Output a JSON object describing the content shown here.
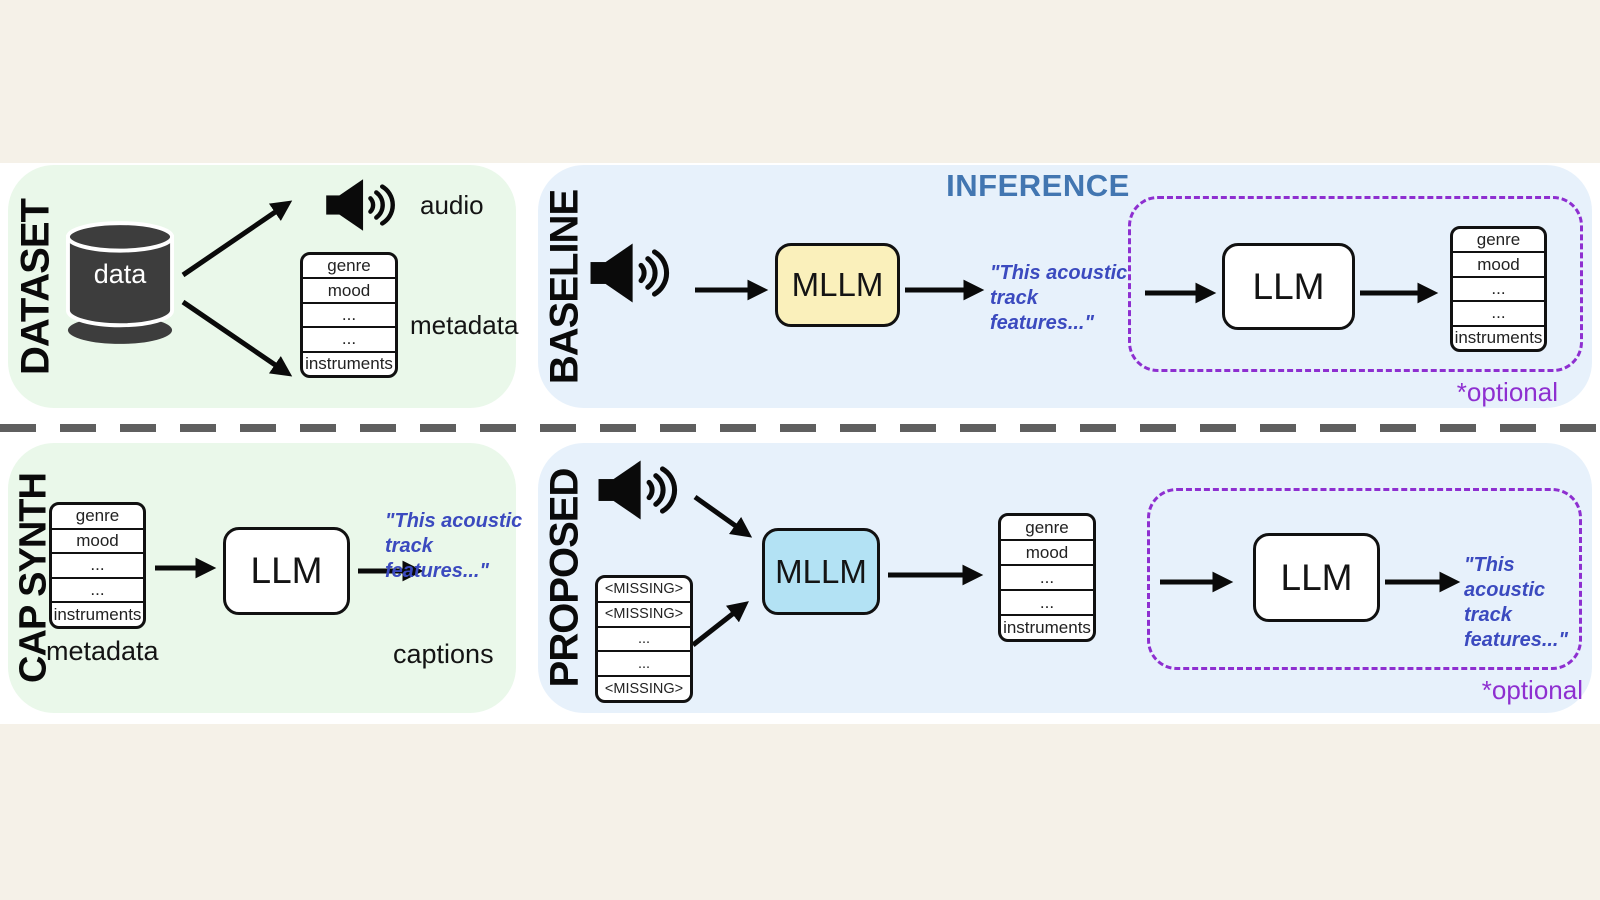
{
  "figure": {
    "divider_style": "dashed",
    "colors": {
      "page_background": "#f5f1e8",
      "band_background": "#ffffff",
      "panel_green": "#eaf8ea",
      "panel_blue": "#e7f1fb",
      "mllm_baseline_fill": "#faf0bb",
      "mllm_proposed_fill": "#b3e2f4",
      "optional_purple": "#8e2fd0",
      "inference_blue": "#4276b1",
      "quote_blue": "#3b4abf",
      "database_gray": "#3d3d3d"
    }
  },
  "tables": {
    "metadata": [
      "genre",
      "mood",
      "...",
      "...",
      "instruments"
    ],
    "missing": [
      "<MISSING>",
      "<MISSING>",
      "...",
      "...",
      "<MISSING>"
    ]
  },
  "caption_quote": "\"This acoustic track features...\"",
  "panels": {
    "dataset": {
      "label": "DATASET",
      "data_label": "data",
      "audio_label": "audio",
      "metadata_label": "metadata"
    },
    "baseline": {
      "label": "BASELINE",
      "inference_title": "INFERENCE",
      "mllm_label": "MLLM",
      "llm_label": "LLM",
      "optional_label": "*optional"
    },
    "capsynth": {
      "label": "CAP SYNTH",
      "metadata_label": "metadata",
      "llm_label": "LLM",
      "captions_label": "captions"
    },
    "proposed": {
      "label": "PROPOSED",
      "mllm_label": "MLLM",
      "llm_label": "LLM",
      "optional_label": "*optional"
    }
  }
}
